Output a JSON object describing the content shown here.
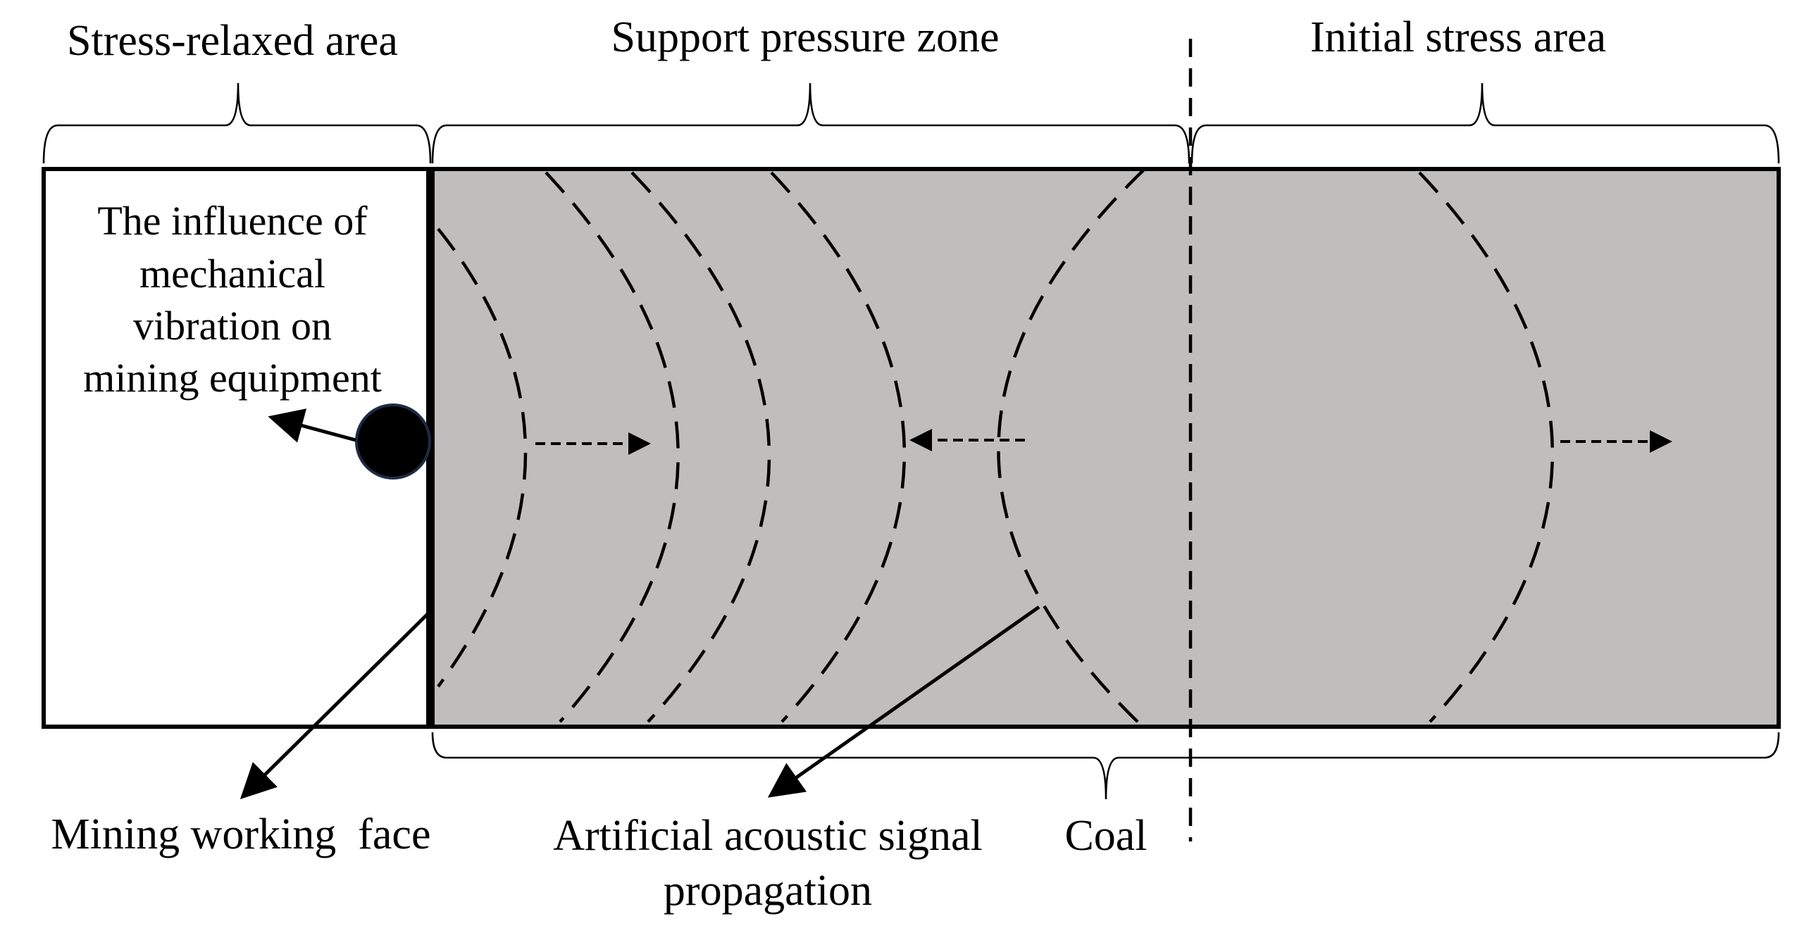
{
  "zones": {
    "stress_relaxed": "Stress-relaxed area",
    "support_pressure": "Support pressure zone",
    "initial_stress": "Initial stress area"
  },
  "vibration_label": [
    "The influence of",
    "mechanical",
    "vibration on",
    "mining equipment"
  ],
  "working_face_label": "Mining working  face",
  "acoustic_label": [
    "Artificial acoustic signal",
    "propagation"
  ],
  "coal_label": "Coal",
  "colors": {
    "coal_fill": "#bfbebd",
    "stroke": "#000000",
    "background": "#ffffff",
    "source_outline": "#1f2a44"
  }
}
